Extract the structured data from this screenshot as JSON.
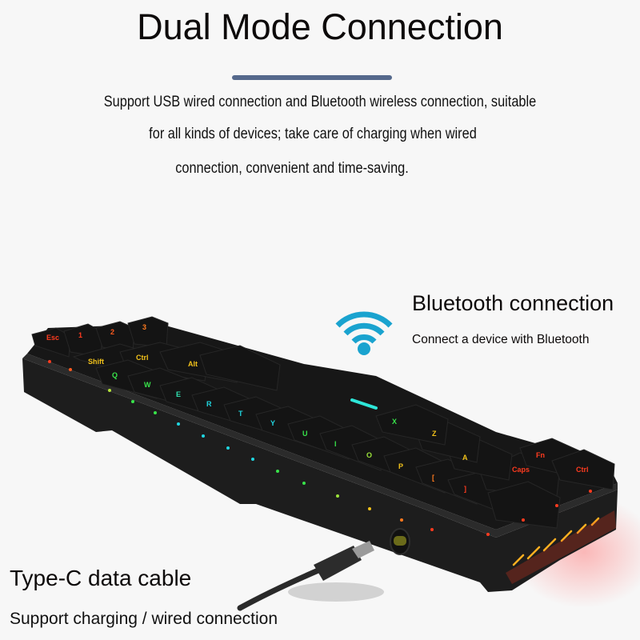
{
  "header": {
    "title": "Dual Mode Connection",
    "description_lines": [
      "Support USB wired connection and Bluetooth wireless connection, suitable",
      "for all kinds of devices; take care of charging when wired",
      "connection, convenient and time-saving."
    ]
  },
  "bluetooth": {
    "icon": "wifi-signal-icon",
    "title": "Bluetooth connection",
    "subtitle": "Connect a device with Bluetooth"
  },
  "cable": {
    "title": "Type-C data cable",
    "subtitle": "Support charging / wired connection"
  },
  "colors": {
    "background": "#f7f7f7",
    "accent_rule": "#55698c",
    "wifi_icon": "#1aa3cf",
    "keyboard_body": "#1c1c1c",
    "rgb_red": "#ff3b1f",
    "rgb_yellow": "#f2c21a",
    "rgb_green": "#38e34a",
    "rgb_cyan": "#20d6e0"
  }
}
